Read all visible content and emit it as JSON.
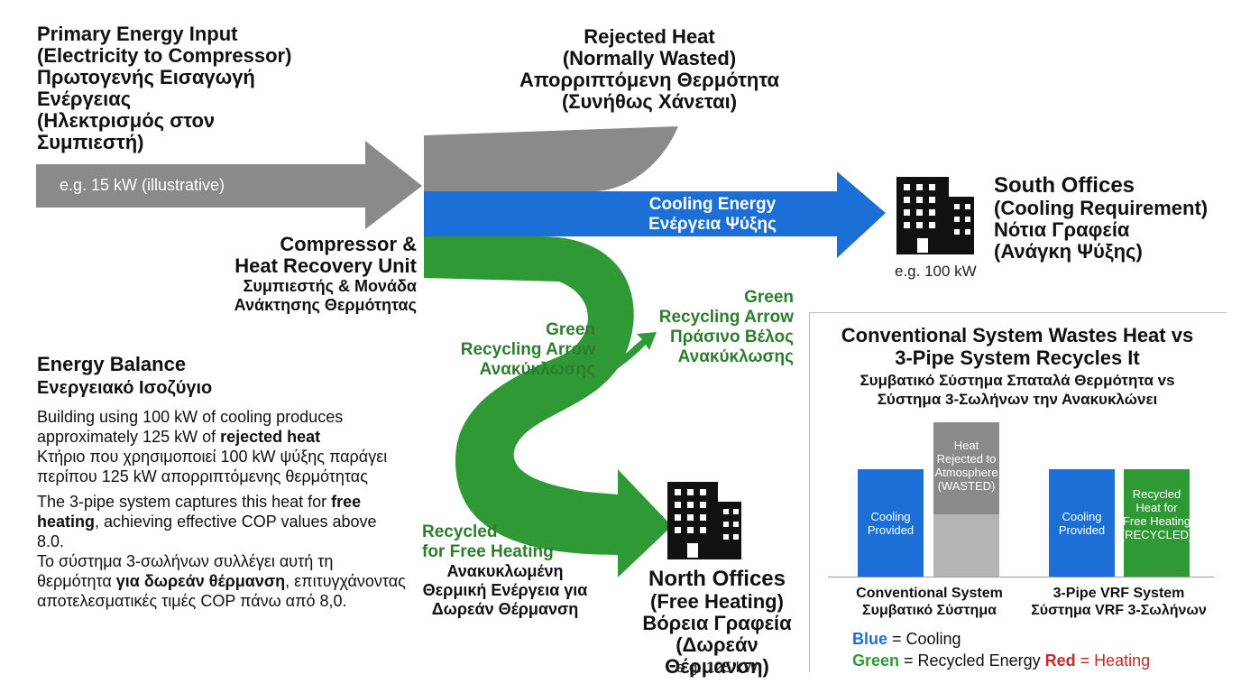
{
  "colors": {
    "grey": "#8a8a8a",
    "blue": "#1b6fd6",
    "green": "#2f9a35",
    "dark_green": "#2e7d2e",
    "red": "#c62828",
    "building": "#111111"
  },
  "input": {
    "title_lines": [
      "Primary Energy Input",
      "(Electricity to Compressor)",
      "Πρωτογενής Εισαγωγή",
      "Ενέργειας",
      "(Ηλεκτρισμός στον",
      "Συμπιεστή)"
    ],
    "value": "e.g. 15 kW (illustrative)"
  },
  "rejected": {
    "title_lines": [
      "Rejected Heat",
      "(Normally Wasted)",
      "Απορριπτόμενη Θερμότητα",
      "(Συνήθως Χάνεται)"
    ]
  },
  "cooling_flow": {
    "label_en": "Cooling Energy",
    "label_gr": "Ενέργεια Ψύξης"
  },
  "south": {
    "icon": "office-building-icon",
    "value": "e.g. 100 kW",
    "title_lines": [
      "South Offices",
      "(Cooling Requirement)",
      "Νότια Γραφεία",
      "(Ανάγκη Ψύξης)"
    ]
  },
  "compressor": {
    "title_lines": [
      "Compressor &",
      "Heat Recovery Unit"
    ],
    "subtitle_lines": [
      "Συμπιεστής & Μονάδα",
      "Ανάκτησης Θερμότητας"
    ]
  },
  "green_left": {
    "lines": [
      "Green",
      "Recycling Arrow",
      "Ανακύκλωσης"
    ]
  },
  "green_right": {
    "lines": [
      "Green",
      "Recycling Arrow",
      "Πράσινο Βέλος",
      "Ανακύκλωσης"
    ]
  },
  "recycled": {
    "green_lines": [
      "Recycled",
      "for Free Heating"
    ],
    "dark_lines": [
      "Ανακυκλωμένη",
      "Θερμική Ενέργεια για",
      "Δωρεάν Θέρμανση"
    ]
  },
  "north": {
    "icon": "office-building-icon",
    "title_lines": [
      "North Offices",
      "(Free Heating)",
      "Βόρεια Γραφεία",
      "(Δωρεάν Θέρμανση)"
    ],
    "value": "e.g. 125 kW"
  },
  "balance": {
    "title": "Energy Balance",
    "subtitle": "Ενεργειακό Ισοζύγιο",
    "p1_pre": "Building using 100 kW of cooling produces approximately 125 kW of ",
    "p1_bold": "rejected heat",
    "p1_gr": "Κτήριο που χρησιμοποιεί 100 kW ψύξης παράγει περίπου 125 kW απορριπτόμενης θερμότητας",
    "p2_pre": "The 3-pipe system captures this heat for ",
    "p2_bold": "free heating",
    "p2_post": ", achieving effective COP values above 8.0.",
    "p3_pre": "Το σύστημα 3-σωλήνων συλλέγει αυτή τη θερμότητα ",
    "p3_bold": "για δωρεάν θέρμανση",
    "p3_post": ", επιτυγχάνοντας αποτελεσματικές τιμές COP πάνω από 8,0."
  },
  "comparison": {
    "title_lines": [
      "Conventional System Wastes Heat vs",
      "3-Pipe System Recycles It"
    ],
    "subtitle_lines": [
      "Συμβατικό Σύστημα Σπαταλά Θερμότητα vs",
      "Σύστημα 3-Σωλήνων την Ανακυκλώνει"
    ],
    "bars": {
      "conv_cooling": "Cooling\nProvided",
      "conv_heat": "Heat\nRejected to\nAtmosphere\n(WASTED)",
      "vrf_cooling": "Cooling\nProvided",
      "vrf_heat": "Recycled\nHeat for\nFree Heating\n(RECYCLED)"
    },
    "group1_lines": [
      "Conventional System",
      "Συμβατικό Σύστημα"
    ],
    "group2_lines": [
      "3-Pipe VRF System",
      "Σύστημα VRF 3-Σωλήνων"
    ],
    "legend": {
      "blue_word": "Blue",
      "blue_text": " = Cooling",
      "green_word": "Green",
      "green_text": " = Recycled Energy ",
      "red_word": "Red",
      "red_text": " = Heating"
    }
  }
}
